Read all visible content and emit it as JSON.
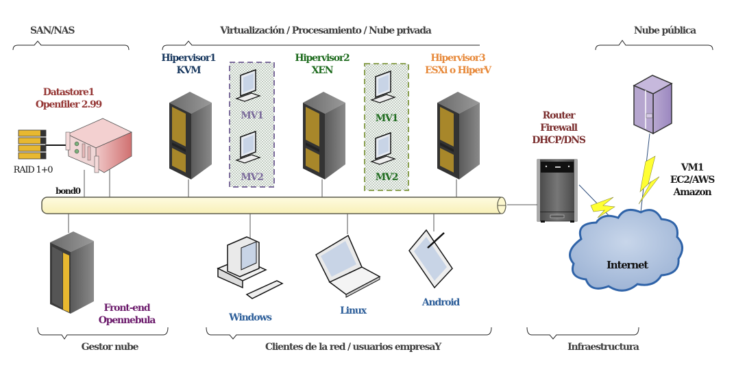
{
  "groups": {
    "san": "SAN/NAS",
    "virtualization": "Virtualización / Procesamiento / Nube privada",
    "public_cloud": "Nube pública",
    "cloud_manager": "Gestor nube",
    "clients": "Clientes de la red / usuarios empresaY",
    "infrastructure": "Infraestructura"
  },
  "nodes": {
    "datastore": {
      "line1": "Datastore1",
      "line2": "Openfiler 2.99",
      "color": "#953735"
    },
    "raid": {
      "label": "RAID 1+0"
    },
    "bond": {
      "label": "bond0"
    },
    "hypervisor1": {
      "line1": "Hipervisor1",
      "line2": "KVM",
      "color": "#17375e"
    },
    "hypervisor2": {
      "line1": "Hipervisor2",
      "line2": "XEN",
      "color": "#1e6b1e"
    },
    "hypervisor3": {
      "line1": "Hipervisor3",
      "line2": "ESXi o HiperV",
      "color": "#e7893a"
    },
    "vms1": {
      "vm1": "MV1",
      "vm2": "MV2",
      "color": "#7a6a9a"
    },
    "vms2": {
      "vm1": "MV1",
      "vm2": "MV2",
      "color": "#1e6b1e"
    },
    "router": {
      "line1": "Router",
      "line2": "Firewall",
      "line3": "DHCP/DNS",
      "color": "#7a2d2d"
    },
    "public_vm": {
      "line1": "VM1",
      "line2": "EC2/AWS",
      "line3": "Amazon",
      "color": "#1a1a1a"
    },
    "frontend": {
      "line1": "Front-end",
      "line2": "Opennebula",
      "color": "#6b1a6b"
    },
    "windows": {
      "label": "Windows",
      "color": "#2e5f9a"
    },
    "linux": {
      "label": "Linux",
      "color": "#2e5f9a"
    },
    "android": {
      "label": "Android",
      "color": "#2e5f9a"
    },
    "internet": {
      "label": "Internet"
    }
  },
  "colors": {
    "bus_fill": "#fdf8cf",
    "bus_stroke": "#5a5a4a",
    "cloud_fill": "#a9bedc",
    "cloud_stroke": "#2f63a8",
    "bolt": "#ffff33",
    "rack": "#4a4a4a",
    "rack_bay": "#a8872a"
  }
}
